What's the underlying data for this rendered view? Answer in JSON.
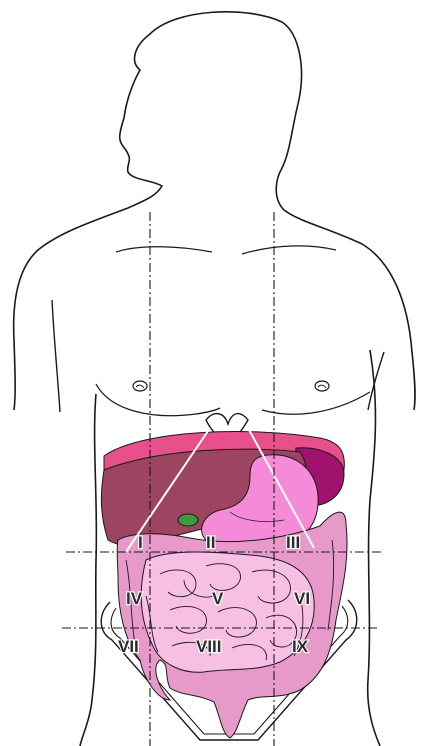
{
  "regions": [
    {
      "id": "I",
      "label": "I"
    },
    {
      "id": "II",
      "label": "II"
    },
    {
      "id": "III",
      "label": "III"
    },
    {
      "id": "IV",
      "label": "IV"
    },
    {
      "id": "V",
      "label": "V"
    },
    {
      "id": "VI",
      "label": "VI"
    },
    {
      "id": "VII",
      "label": "VII"
    },
    {
      "id": "VIII",
      "label": "VIII"
    },
    {
      "id": "IX",
      "label": "IX"
    }
  ],
  "colors": {
    "outline": "#1a1a1a",
    "liver": "#9c4460",
    "liver_capsule": "#e8508c",
    "spleen": "#a0126e",
    "stomach": "#f48ad8",
    "gallbladder": "#3d9a3d",
    "small_intestine": "#f7bfe4",
    "large_intestine": "#e79ac9",
    "guide_lines": "#1a1a1a",
    "costal_lines": "#ffffff"
  }
}
